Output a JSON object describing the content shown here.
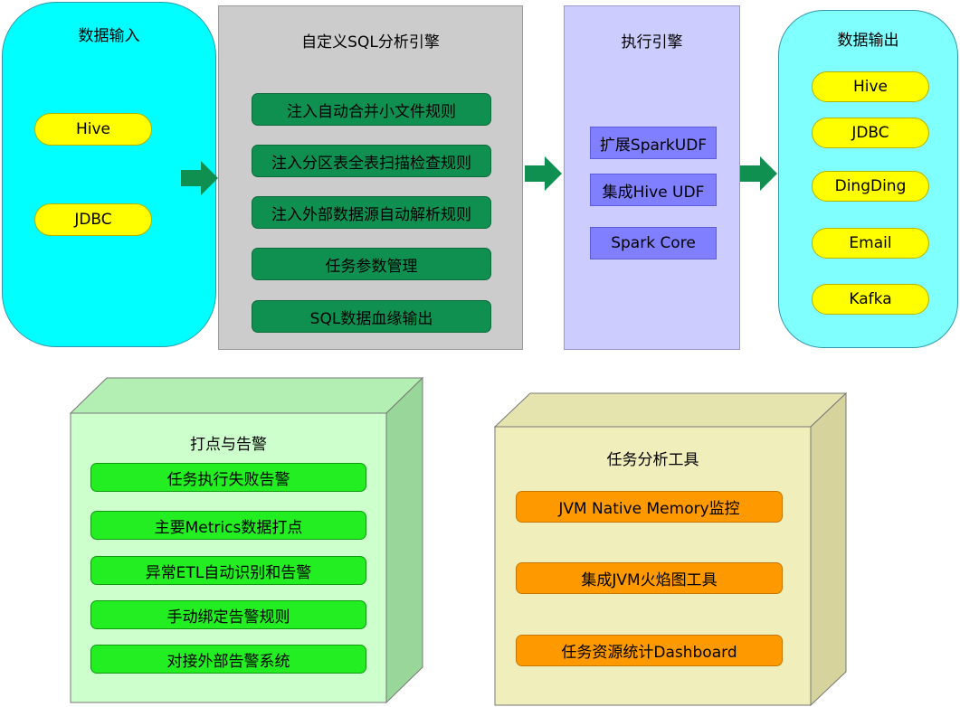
{
  "input": {
    "title": "数据输入",
    "items": [
      "Hive",
      "JDBC"
    ]
  },
  "sql_engine": {
    "title": "自定义SQL分析引擎",
    "items": [
      "注入自动合并小文件规则",
      "注入分区表全表扫描检查规则",
      "注入外部数据源自动解析规则",
      "任务参数管理",
      "SQL数据血缘输出"
    ]
  },
  "exec_engine": {
    "title": "执行引擎",
    "items": [
      "扩展SparkUDF",
      "集成Hive UDF",
      "Spark Core"
    ]
  },
  "output": {
    "title": "数据输出",
    "items": [
      "Hive",
      "JDBC",
      "DingDing",
      "Email",
      "Kafka"
    ]
  },
  "alerting": {
    "title": "打点与告警",
    "items": [
      "任务执行失败告警",
      "主要Metrics数据打点",
      "异常ETL自动识别和告警",
      "手动绑定告警规则",
      "对接外部告警系统"
    ]
  },
  "tools": {
    "title": "任务分析工具",
    "items": [
      "JVM Native Memory监控",
      "集成JVM火焰图工具",
      "任务资源统计Dashboard"
    ]
  },
  "colors": {
    "input_bg": "#00ffff",
    "output_bg": "#80ffff",
    "sql_bg": "#cccccc",
    "exec_bg": "#ccccff",
    "arrow": "#109050",
    "alert_bg": "#ccffcc",
    "tools_bg": "#f0eebb"
  }
}
